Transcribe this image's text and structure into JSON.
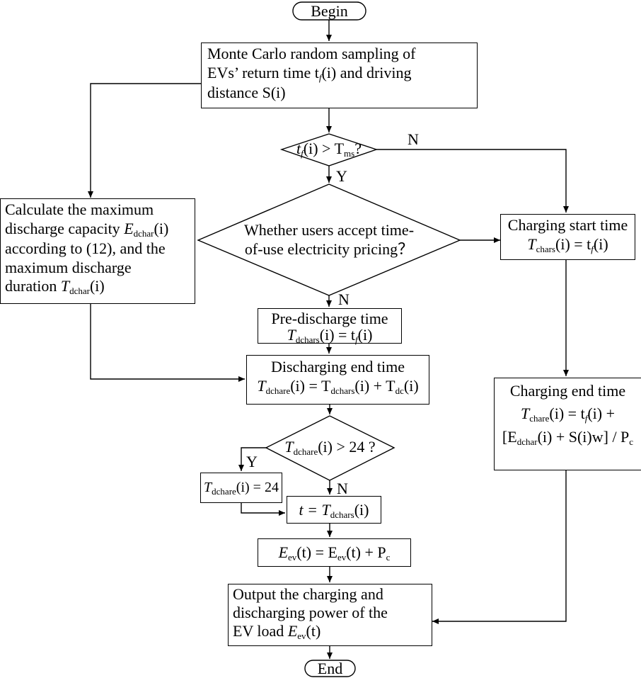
{
  "begin": "Begin",
  "end": "End",
  "sampling": [
    "Monte Carlo random sampling of",
    "EVs’ return time t",
    "(i) and driving",
    "distance S(i)"
  ],
  "cond_tms": {
    "lhs": "t",
    "sub_f": "f",
    "arg": "(i) > T",
    "sub_ms": "ms",
    "q": "?"
  },
  "label_N1": "N",
  "label_Y1": "Y",
  "decision_tou": [
    "Whether users accept time-",
    "of-use electricity pricing？"
  ],
  "label_N2": "N",
  "calc": {
    "line1": "Calculate the maximum",
    "line2a": "discharge capacity ",
    "E": "E",
    "sub_dchar": "dchar",
    "arg": "(i)",
    "line3": "according to (12), and the",
    "line4": "maximum discharge",
    "line5a": "duration ",
    "T": "T",
    "sub_dchar2": "dchar",
    "arg2": "(i)"
  },
  "charge_start": {
    "title": "Charging start time",
    "T": "T",
    "sub": "chars",
    "rhs": "(i) = t",
    "sub_f": "f",
    "arg": "(i)"
  },
  "pre_discharge": {
    "title": "Pre-discharge time",
    "T": "T",
    "sub": "dchars",
    "rhs": "(i) = t",
    "sub_f": "f",
    "arg": "(i)"
  },
  "discharge_end": {
    "title": "Discharging end time",
    "T1": "T",
    "sub1": "dchare",
    "mid1": "(i) = T",
    "sub2": "dchars",
    "mid2": "(i) + T",
    "sub3": "dc",
    "arg": "(i)"
  },
  "charge_end": {
    "title": "Charging end time",
    "T": "T",
    "sub": "chare",
    "rhs1": "(i) = t",
    "sub_f": "f",
    "rhs2": "(i) +",
    "lb": "[E",
    "sub_dchar": "dchar",
    "rhs3": "(i) + S(i)w] / P",
    "sub_c": "c"
  },
  "cond_24": {
    "T": "T",
    "sub": "dchare",
    "rhs": "(i) > 24 ?"
  },
  "label_Y2": "Y",
  "label_N3": "N",
  "set24": {
    "T": "T",
    "sub": "dchare",
    "rhs": "(i) = 24"
  },
  "t_assign": {
    "lhs": "t = T",
    "sub": "dchars",
    "arg": "(i)"
  },
  "e_update": {
    "E1": "E",
    "sub1": "ev",
    "mid1": "(t) = E",
    "sub2": "ev",
    "mid2": "(t) + P",
    "sub3": "c"
  },
  "output": {
    "line1": "Output the charging and",
    "line2": "discharging power of the",
    "line3a": "EV load  ",
    "E": "E",
    "sub": "ev",
    "arg": "(t)"
  }
}
